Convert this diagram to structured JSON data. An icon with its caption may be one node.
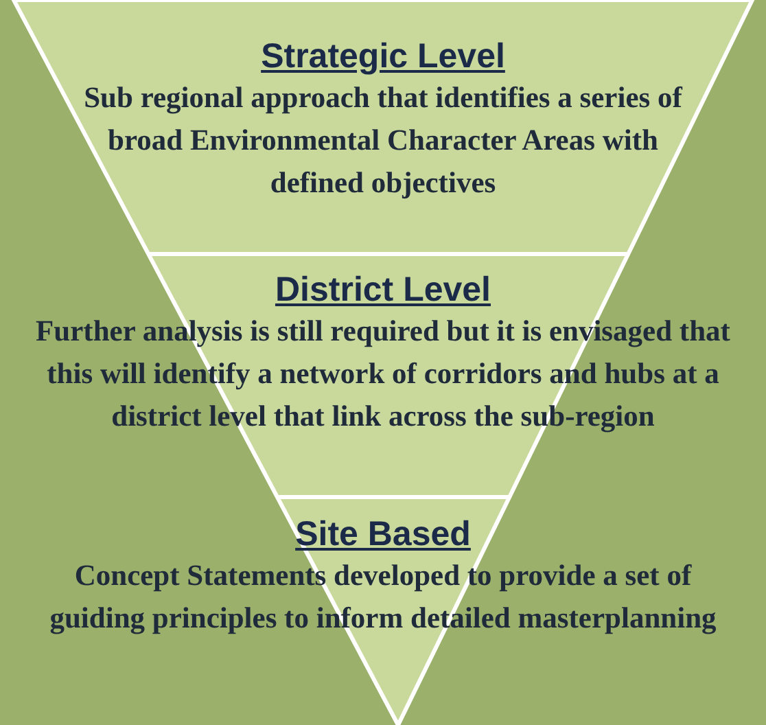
{
  "diagram": {
    "nodes": [
      {
        "text": [
          "Strategic Level",
          "Sub regional approach that identifies a series of broad Environmental Character Areas with defined objectives"
        ]
      },
      {
        "text": [
          "District Level",
          "Further analysis is still required but it is envisaged that this will identify a network of corridors and hubs at a district level that link across the sub-region"
        ]
      },
      {
        "text": [
          "Site Based",
          "Concept Statements developed to provide a set of guiding principles to inform detailed masterplanning"
        ]
      }
    ]
  }
}
